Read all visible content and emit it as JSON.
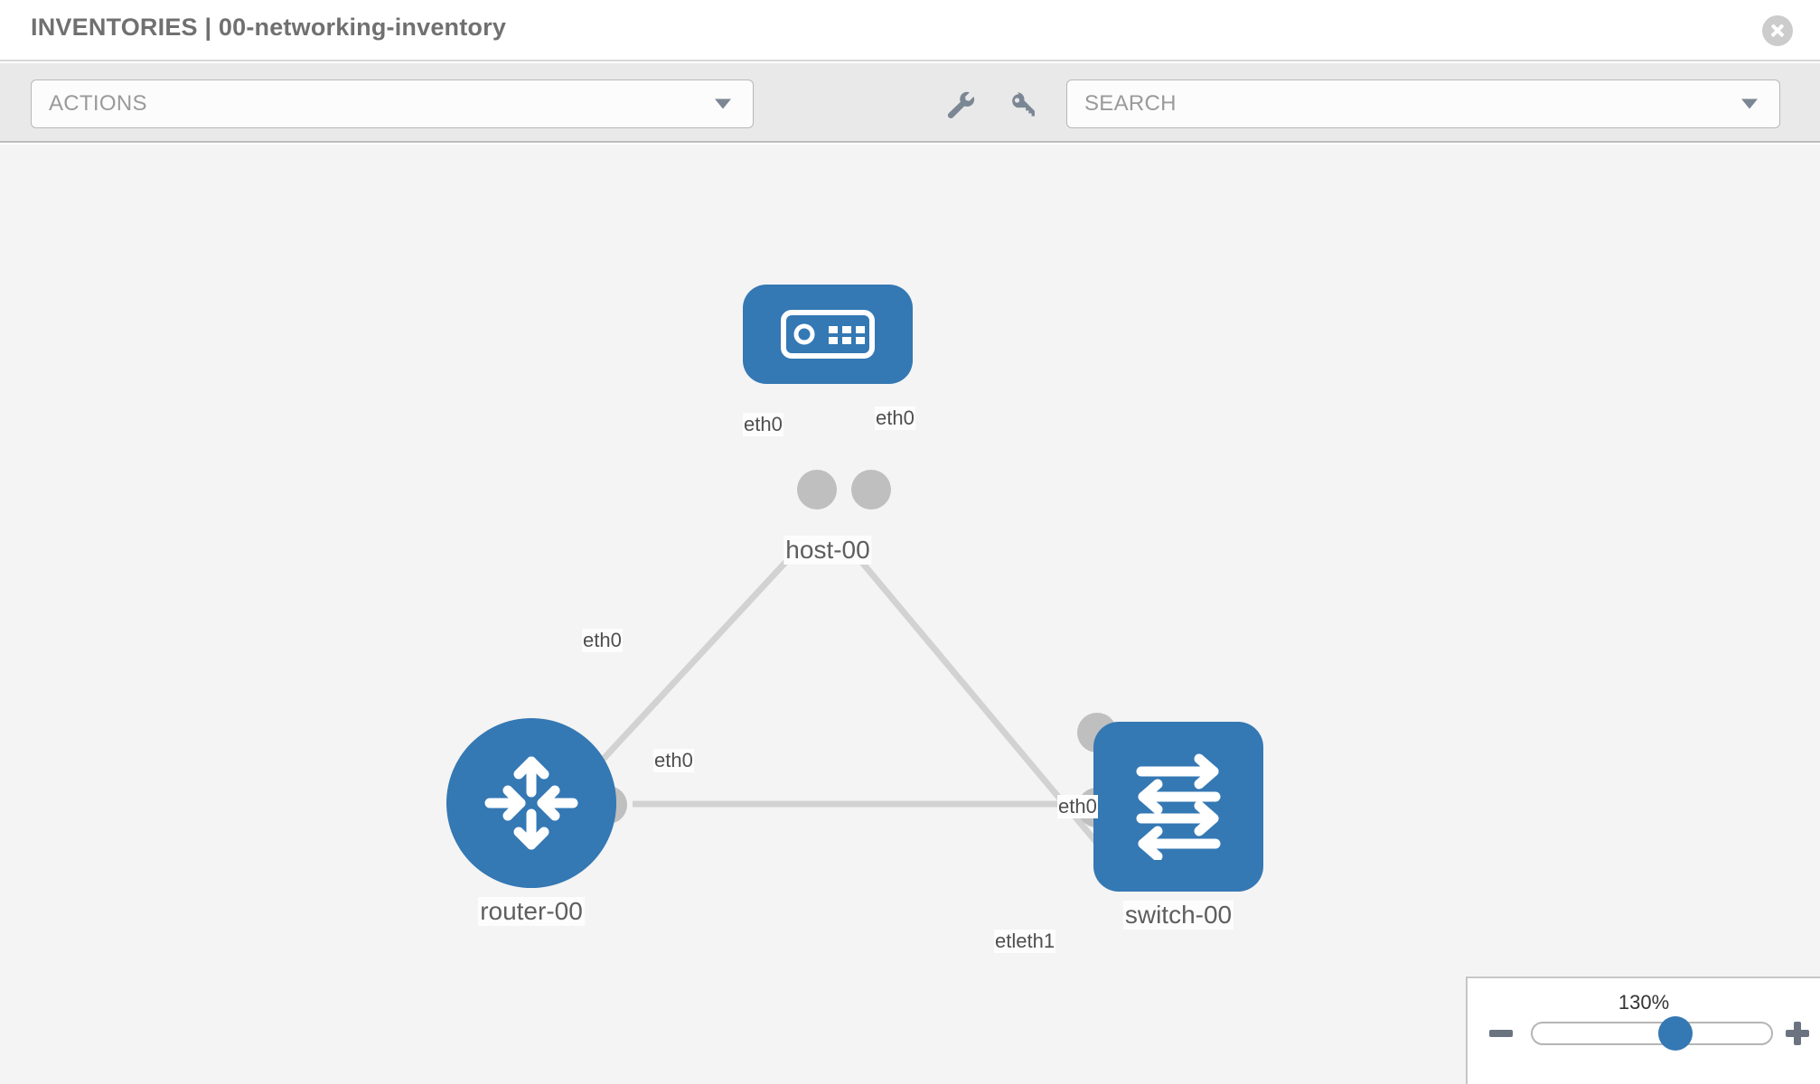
{
  "header": {
    "title": "INVENTORIES | 00-networking-inventory",
    "close_icon": "close-circle-icon"
  },
  "toolbar": {
    "actions_label": "ACTIONS",
    "actions_caret": "chevron-down-icon",
    "wrench_icon": "wrench-icon",
    "key_icon": "key-icon",
    "search_placeholder": "SEARCH",
    "search_caret": "chevron-down-icon"
  },
  "topology": {
    "node_color": "#3478b4",
    "edge_color": "#d2d2d2",
    "port_color": "#bfbfbf",
    "canvas_background": "#f4f4f4",
    "nodes": [
      {
        "id": "host-00",
        "label": "host-00",
        "icon": "server-icon",
        "shape": "rounded-rect"
      },
      {
        "id": "router-00",
        "label": "router-00",
        "icon": "router-arrows-icon",
        "shape": "circle"
      },
      {
        "id": "switch-00",
        "label": "switch-00",
        "icon": "switch-arrows-icon",
        "shape": "rounded-square"
      }
    ],
    "edges": [
      {
        "from": "host-00",
        "to": "router-00",
        "from_label": "eth0",
        "to_label": "eth0"
      },
      {
        "from": "host-00",
        "to": "switch-00",
        "from_label": "eth0",
        "to_label": "eth0"
      },
      {
        "from": "router-00",
        "to": "switch-00",
        "from_label": "eth0",
        "to_label": "eth1"
      }
    ],
    "edge_labels": {
      "host_left": "eth0",
      "host_right": "eth0",
      "router_up": "eth0",
      "switch_up": "eth0",
      "router_right": "eth0",
      "switch_left_overlap": "etleth1"
    }
  },
  "zoom_control": {
    "level": "130%",
    "minus_label": "−",
    "plus_label": "+",
    "slider_position_pct": 60
  }
}
